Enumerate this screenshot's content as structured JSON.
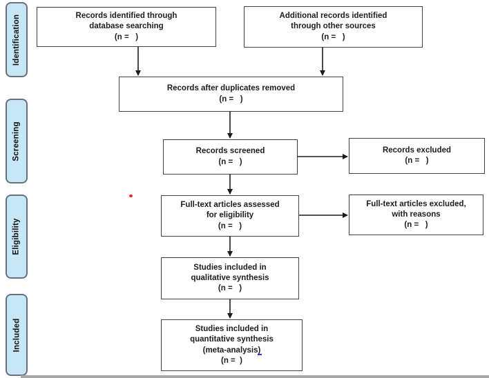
{
  "sidebar": {
    "stages": [
      {
        "label": "Identification"
      },
      {
        "label": "Screening"
      },
      {
        "label": "Eligibility"
      },
      {
        "label": "Included"
      }
    ]
  },
  "boxes": {
    "records_identified": "Records identified through\ndatabase searching\n(n =   )",
    "additional_records": "Additional records identified\nthrough other sources\n(n =   )",
    "duplicates_removed": "Records after duplicates removed\n(n =   )",
    "records_screened": "Records screened\n(n =   )",
    "records_excluded": "Records excluded\n(n =   )",
    "fulltext_assessed": "Full-text articles assessed\nfor eligibility\n(n =   )",
    "fulltext_excluded": "Full-text articles excluded,\nwith reasons\n(n =   )",
    "qualitative_synthesis": "Studies included in\nqualitative synthesis\n(n =   )",
    "quantitative_synthesis": "Studies included in\nquantitative synthesis\n(meta-analysis)\n(n =  )"
  },
  "colors": {
    "sidebar_fill": "#c8e7f6",
    "sidebar_border": "#64707b",
    "box_border": "#414141",
    "arrow": "#1b1b1b",
    "red_dot": "#e8211b",
    "artifact_blue": "#3333cc",
    "bottom_strip": "#a6a6a6"
  }
}
